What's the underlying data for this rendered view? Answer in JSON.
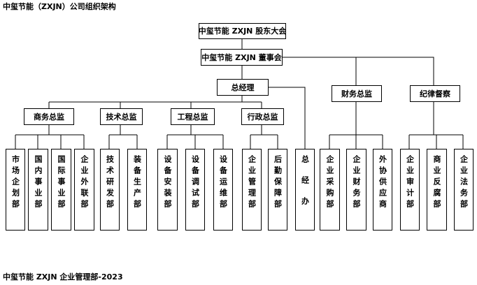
{
  "title": "中玺节能（ZXJN）公司组织架构",
  "footer": "中玺节能 ZXJN 企业管理部-2023",
  "chart": {
    "shareholders": "中玺节能 ZXJN 股东大会",
    "board": "中玺节能 ZXJN  董事会",
    "gm": "总经理",
    "finance_director": "财务总监",
    "discipline": "纪律督察",
    "commerce_director": "商务总监",
    "tech_director": "技术总监",
    "engineering_director": "工程总监",
    "admin_director": "行政总监",
    "depts": {
      "market_planning": "市场企划部",
      "domestic": "国内事业部",
      "international": "国际事业部",
      "ext_liaison": "企业外联部",
      "rnd": "技术研发部",
      "equipment_production": "装备生产部",
      "equipment_install": "设备安装部",
      "equipment_debug": "设备调试部",
      "equipment_ops": "设备运维部",
      "enterprise_mgmt": "企业管理部",
      "logistics": "后勤保障部",
      "gm_office": "总经办",
      "procurement": "企业采购部",
      "finance": "企业财务部",
      "supply": "外协供应商",
      "audit": "企业审计部",
      "anti_corruption": "商业反腐部",
      "legal": "企业法务部"
    }
  }
}
